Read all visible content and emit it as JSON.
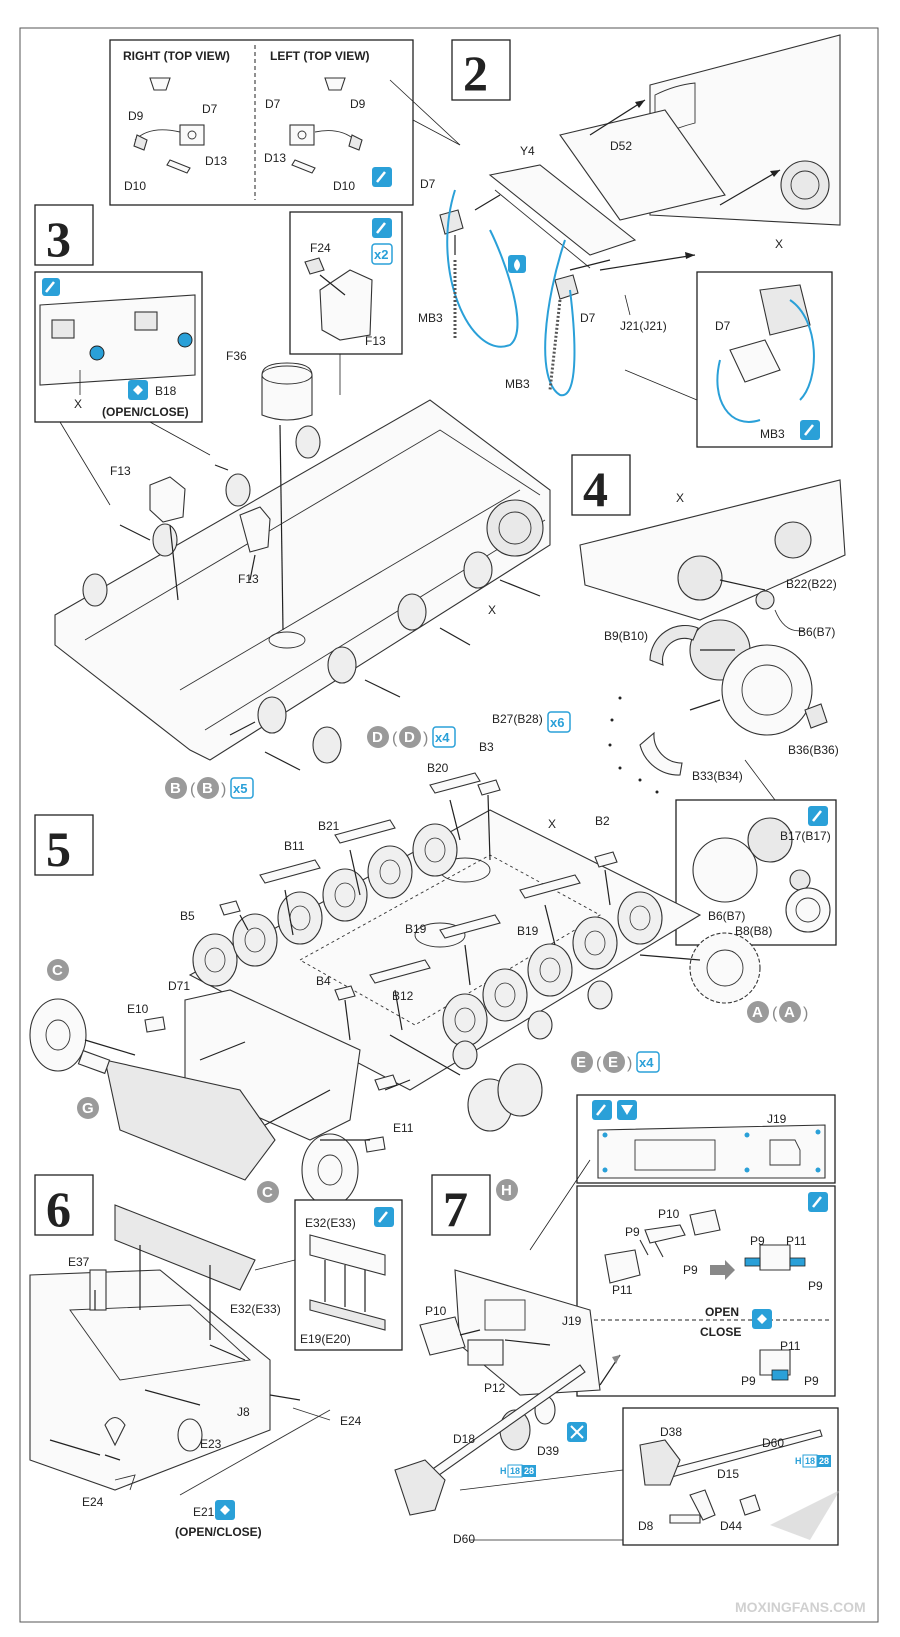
{
  "colors": {
    "accent_blue": "#2aa0d8",
    "gray_circle": "#9a9a9a",
    "line": "#222222"
  },
  "step2": {
    "number": "2",
    "inset_right_title": "RIGHT (TOP VIEW)",
    "inset_left_title": "LEFT (TOP VIEW)",
    "inset_labels": [
      "D9",
      "D7",
      "D13",
      "D10",
      "D7",
      "D9",
      "D13",
      "D10"
    ],
    "labels": {
      "y4": "Y4",
      "d52": "D52",
      "x": "X",
      "d7a": "D7",
      "d7b": "D7",
      "mb3a": "MB3",
      "mb3b": "MB3",
      "j21": "J21(J21)",
      "chain_d7": "D7",
      "chain_mb3": "MB3"
    }
  },
  "step3": {
    "number": "3",
    "inset_b18": "B18",
    "inset_x": "X",
    "open_close": "(OPEN/CLOSE)",
    "count_label": "x2",
    "labels": {
      "f24": "F24",
      "f13_inset": "F13",
      "f36": "F36",
      "f13a": "F13",
      "f13b": "F13",
      "x": "X"
    },
    "wheel_groups": [
      {
        "letter": "D",
        "paren": "D",
        "count": "x4"
      },
      {
        "letter": "B",
        "paren": "B",
        "count": "x5"
      }
    ]
  },
  "step4": {
    "number": "4",
    "labels": {
      "x": "X",
      "b22": "B22(B22)",
      "b9": "B9(B10)",
      "b6": "B6(B7)",
      "b27": "B27(B28)",
      "b27_count": "x6",
      "b33": "B33(B34)",
      "b36": "B36(B36)",
      "b17": "B17(B17)",
      "b6_inset": "B6(B7)",
      "b8": "B8(B8)"
    }
  },
  "step5": {
    "number": "5",
    "labels": {
      "b20": "B20",
      "b3": "B3",
      "b21": "B21",
      "b11": "B11",
      "x": "X",
      "b2": "B2",
      "b5": "B5",
      "b19a": "B19",
      "b19b": "B19",
      "d71": "D71",
      "b4": "B4",
      "b12": "B12",
      "e10": "E10",
      "e11": "E11"
    },
    "circles": {
      "c1": "C",
      "c2": "C",
      "g": "G",
      "a_letter": "A",
      "a_paren": "A",
      "e_letter": "E",
      "e_paren": "E",
      "e_count": "x4"
    }
  },
  "step6": {
    "number": "6",
    "labels": {
      "e37": "E37",
      "e32": "E32(E33)",
      "e32_inset": "E32(E33)",
      "e19": "E19(E20)",
      "j8": "J8",
      "e24a": "E24",
      "e23": "E23",
      "e24b": "E24",
      "e21": "E21"
    },
    "open_close": "(OPEN/CLOSE)"
  },
  "step7": {
    "number": "7",
    "circle_h": "H",
    "labels": {
      "j19_inset": "J19",
      "p10_inset": "P10",
      "p9a": "P9",
      "p9b": "P9",
      "p11a": "P11",
      "p9c": "P9",
      "p11b": "P11",
      "p9d": "P9",
      "p11c": "P11",
      "p9e": "P9",
      "p9f": "P9",
      "open": "OPEN",
      "close": "CLOSE",
      "p10": "P10",
      "j19": "J19",
      "p12": "P12",
      "d18": "D18",
      "d39": "D39",
      "d60": "D60",
      "h_badge_a": "H",
      "h_badge_b": "18",
      "h_badge_c": "28",
      "d38": "D38",
      "d60b": "D60",
      "d15": "D15",
      "d8": "D8",
      "d44": "D44",
      "hb2a": "H",
      "hb2b": "18",
      "hb2c": "28"
    }
  },
  "watermark": "MOXINGFANS.COM"
}
